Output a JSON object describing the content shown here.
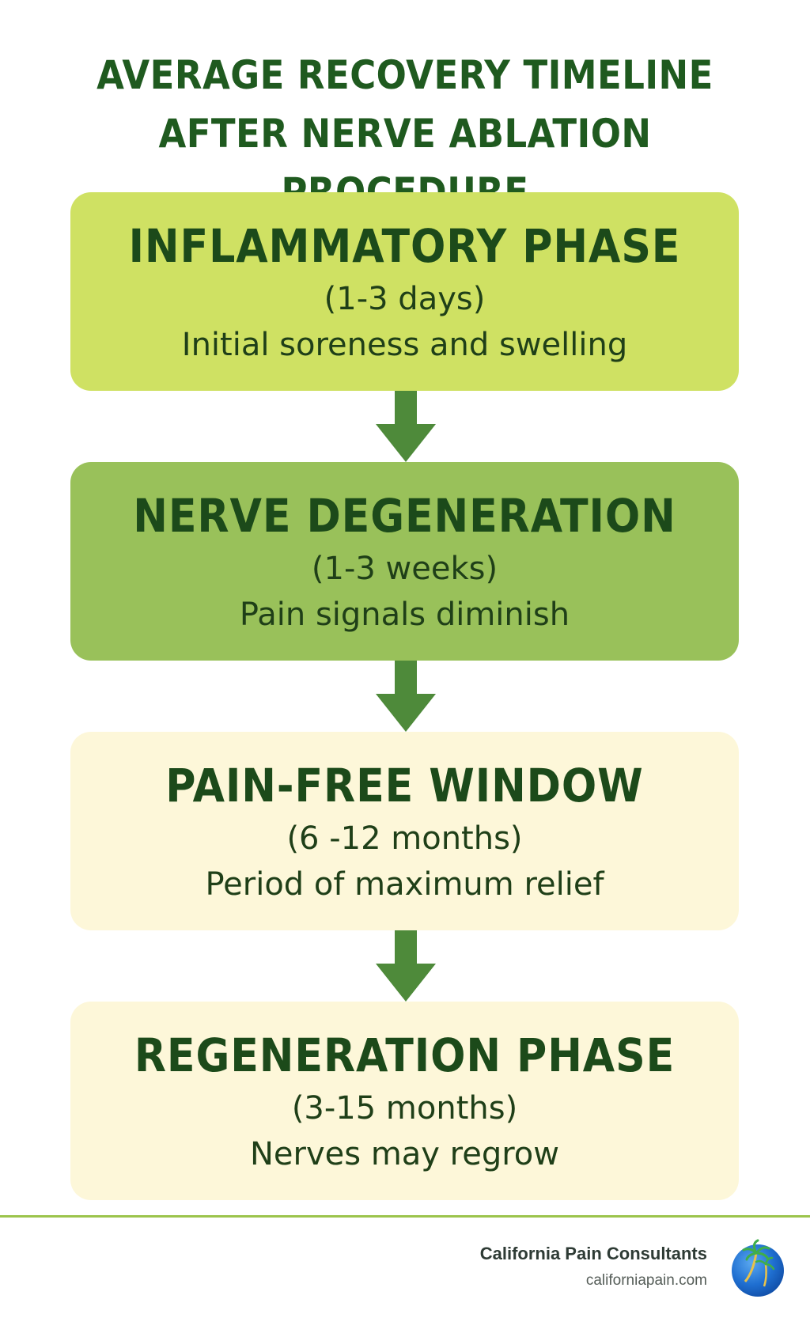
{
  "title": {
    "line1": "AVERAGE RECOVERY TIMELINE",
    "line2": "AFTER NERVE ABLATION PROCEDURE"
  },
  "phases": [
    {
      "name": "INFLAMMATORY PHASE",
      "duration": "(1-3 days)",
      "description": "Initial soreness and swelling",
      "color": "#cfe163"
    },
    {
      "name": "NERVE DEGENERATION",
      "duration": "(1-3 weeks)",
      "description": "Pain signals diminish",
      "color": "#99c15a"
    },
    {
      "name": "PAIN-FREE WINDOW",
      "duration": "(6 -12 months)",
      "description": "Period of maximum relief",
      "color": "#fdf7d9"
    },
    {
      "name": "REGENERATION PHASE",
      "duration": "(3-15 months)",
      "description": "Nerves may regrow",
      "color": "#fdf7d9"
    }
  ],
  "colors": {
    "title": "#1f5a1f",
    "arrow": "#4e8a3a",
    "divider": "#9cc44c"
  },
  "footer": {
    "company": "California Pain Consultants",
    "url": "californiapain.com",
    "logo_icon": "globe-palm-tree-icon"
  }
}
